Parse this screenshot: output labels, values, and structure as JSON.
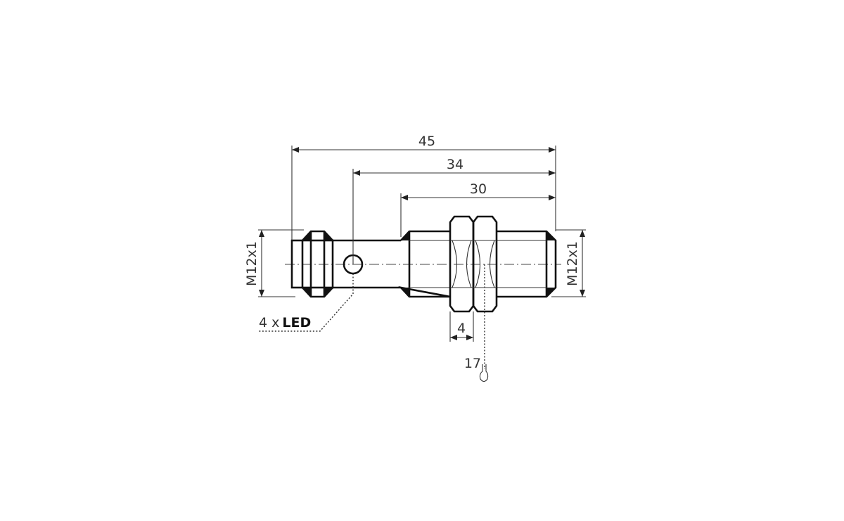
{
  "dimensions": {
    "overall_length": "45",
    "led_to_end": "34",
    "thread_length": "30",
    "left_thread": "M12x1",
    "right_thread": "M12x1",
    "nut_thickness": "4",
    "wrench_size": "17"
  },
  "labels": {
    "led_count": "4 x",
    "led": "LED"
  },
  "icons": [
    "wrench-icon"
  ],
  "colors": {
    "line": "#111111",
    "background": "#ffffff"
  }
}
